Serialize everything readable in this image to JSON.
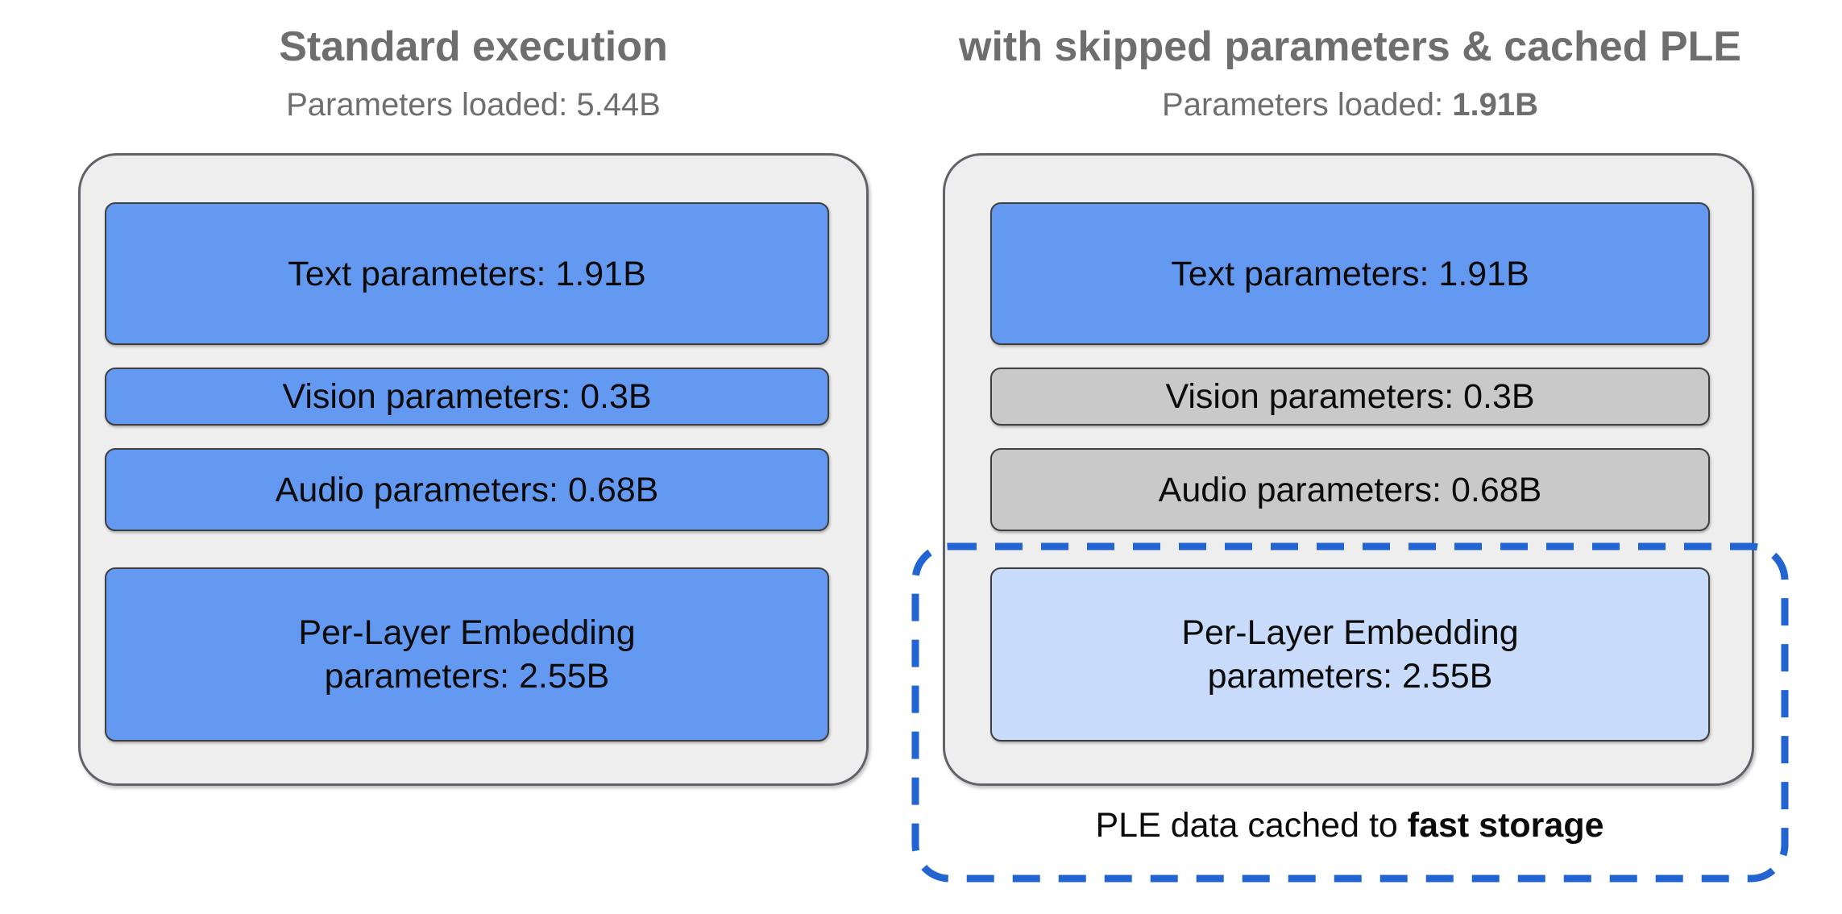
{
  "left_panel": {
    "title": "Standard execution",
    "subtitle_prefix": "Parameters loaded: ",
    "subtitle_value": "5.44B",
    "boxes": [
      {
        "id": "text",
        "label": "Text parameters: 1.91B",
        "state": "loaded"
      },
      {
        "id": "vision",
        "label": "Vision parameters: 0.3B",
        "state": "loaded"
      },
      {
        "id": "audio",
        "label": "Audio parameters: 0.68B",
        "state": "loaded"
      },
      {
        "id": "ple",
        "label": "Per-Layer Embedding\nparameters: 2.55B",
        "state": "loaded"
      }
    ]
  },
  "right_panel": {
    "title": "with skipped parameters & cached PLE",
    "subtitle_prefix": "Parameters loaded: ",
    "subtitle_value": "1.91B",
    "boxes": [
      {
        "id": "text",
        "label": "Text parameters: 1.91B",
        "state": "loaded"
      },
      {
        "id": "vision",
        "label": "Vision parameters: 0.3B",
        "state": "skipped"
      },
      {
        "id": "audio",
        "label": "Audio parameters: 0.68B",
        "state": "skipped"
      },
      {
        "id": "ple",
        "label": "Per-Layer Embedding\nparameters: 2.55B",
        "state": "cached"
      }
    ]
  },
  "caption": {
    "prefix": "PLE data cached to ",
    "bold": "fast storage"
  },
  "colors": {
    "loaded_blue": "#6499f2",
    "skipped_gray": "#c9c9c9",
    "cached_lightblue": "#c9dbfa",
    "container_gray": "#eeeeee",
    "container_border": "#5f6368",
    "box_border": "#3f3f3f",
    "dashed_blue": "#2265d2",
    "heading_gray": "#6e6e6e",
    "text_black": "#0b0b0b",
    "background": "#ffffff"
  }
}
